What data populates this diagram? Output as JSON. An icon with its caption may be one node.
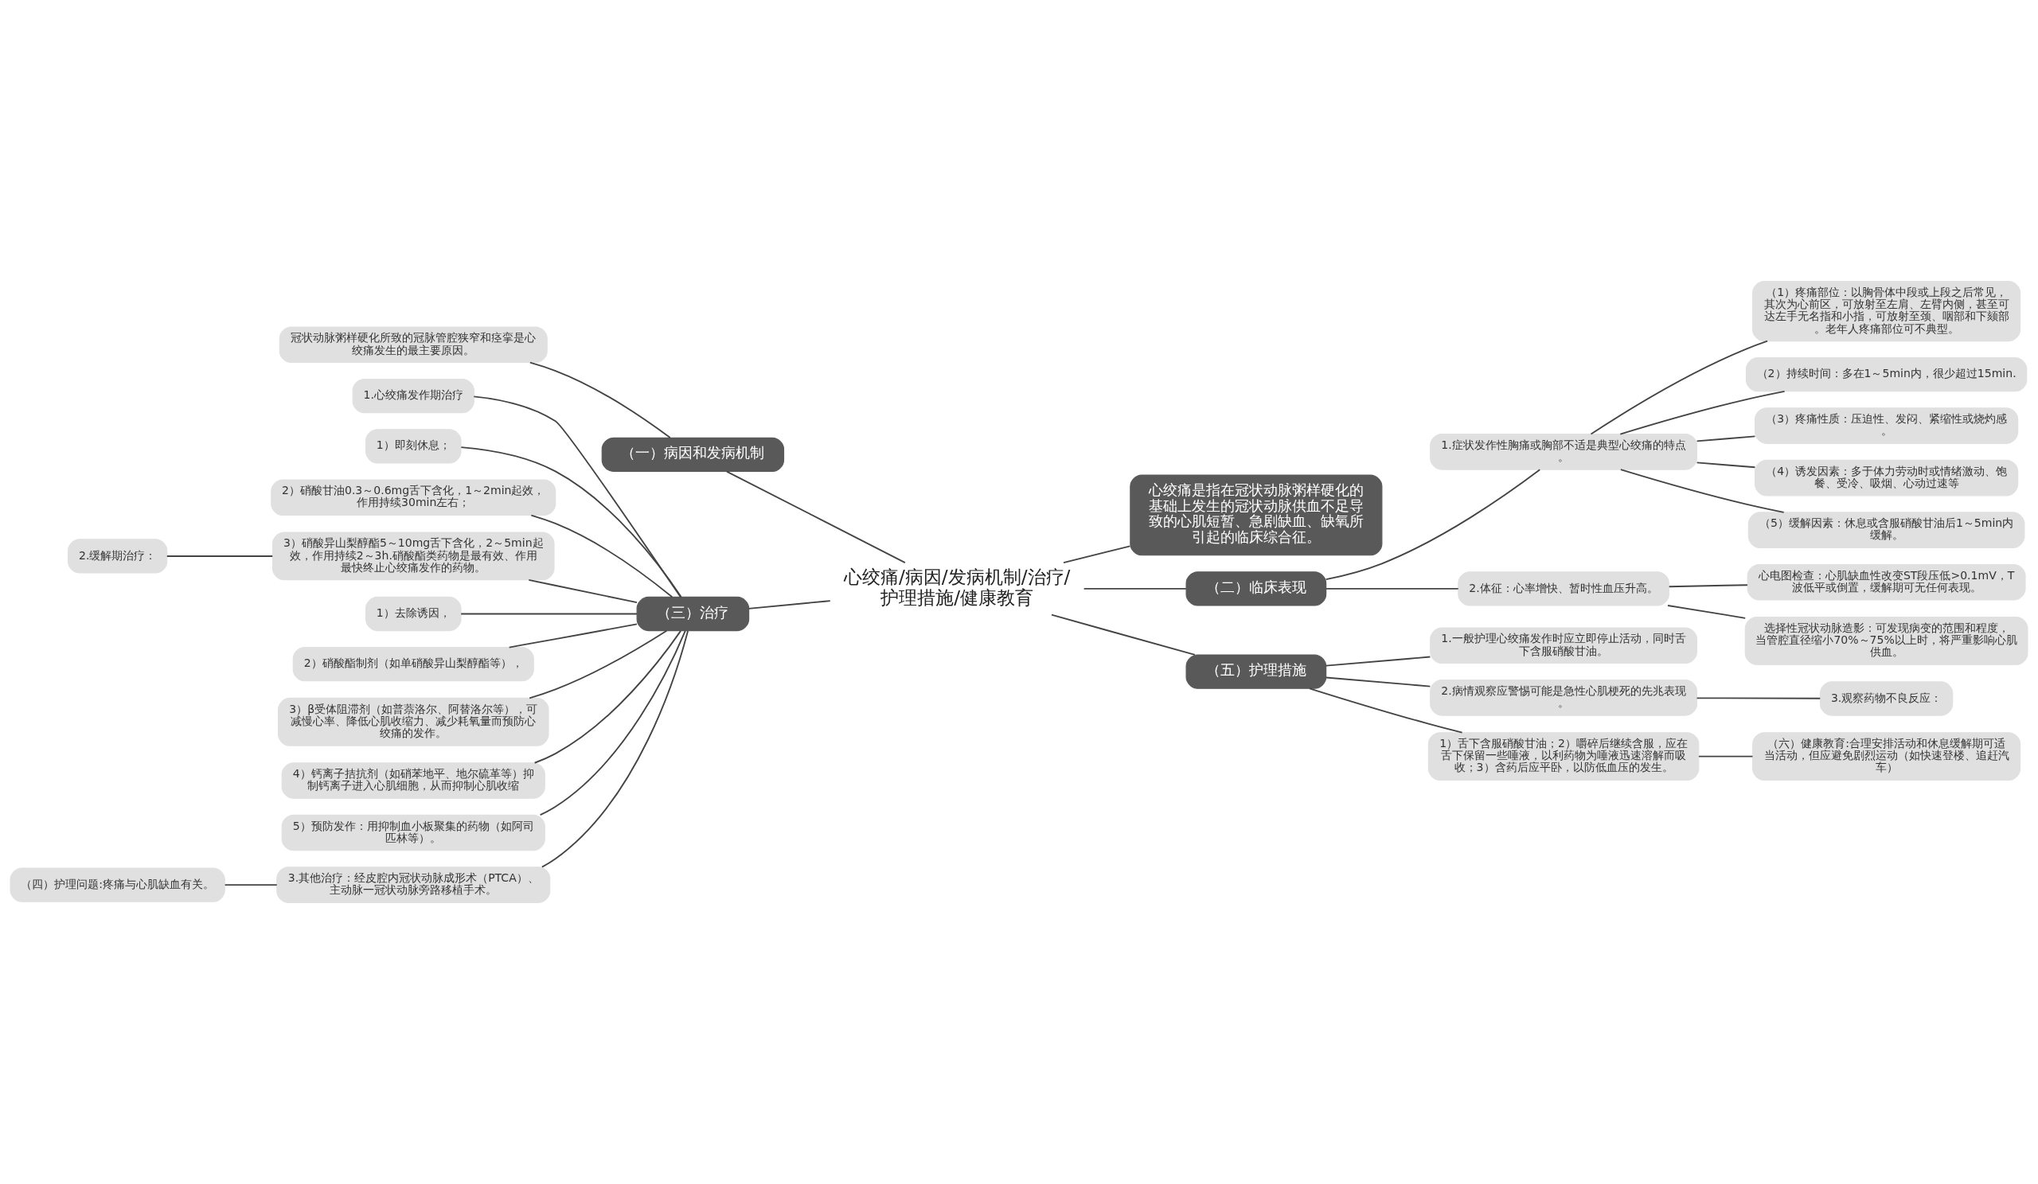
{
  "diagram": {
    "nodes": [
      {
        "text": [
          "心绞痛/病因/发病机制/治疗/护理措施/健康教育"
        ]
      },
      {
        "text": [
          "心绞痛是指在冠状动脉粥样硬化的基础上发生的冠状动脉供血不足导致的心肌短暂、急剧缺血、缺氧所引起的临床综合征。"
        ]
      },
      {
        "text": [
          "（一）病因和发病机制"
        ]
      },
      {
        "text": [
          "冠状动脉粥样硬化所致的冠脉管腔狭窄和痉挛是心绞痛发生的最主要原因。"
        ]
      },
      {
        "text": [
          "（三）治疗"
        ]
      },
      {
        "text": [
          "1.心绞痛发作期治疗"
        ]
      },
      {
        "text": [
          "1）即刻休息；"
        ]
      },
      {
        "text": [
          "2）硝酸甘油0.3～0.6mg舌下含化，1～2min起效，作用持续30min左右；"
        ]
      },
      {
        "text": [
          "3）硝酸异山梨醇酯5～10mg舌下含化，2～5min起效，作用持续2～3h.硝酸酯类药物是最有效、作用最快终止心绞痛发作的药物。"
        ]
      },
      {
        "text": [
          "2.缓解期治疗："
        ]
      },
      {
        "text": [
          "1）去除诱因，"
        ]
      },
      {
        "text": [
          "2）硝酸酯制剂（如单硝酸异山梨醇酯等），"
        ]
      },
      {
        "text": [
          "3）β受体阻滞剂（如普萘洛尔、阿替洛尔等），可减慢心率、降低心肌收缩力、减少耗氧量而预防心绞痛的发作。"
        ]
      },
      {
        "text": [
          "4）钙离子拮抗剂（如硝苯地平、地尔硫革等）抑制钙离子进入心肌细胞，从而抑制心肌收缩"
        ]
      },
      {
        "text": [
          "5）预防发作：用抑制血小板聚集的药物（如阿司匹林等）。"
        ]
      },
      {
        "text": [
          "3.其他治疗：经皮腔内冠状动脉成形术（PTCA）、主动脉一冠状动脉旁路移植手术。"
        ]
      },
      {
        "text": [
          "（四）护理问题:疼痛与心肌缺血有关。"
        ]
      },
      {
        "text": [
          "（二）临床表现"
        ]
      },
      {
        "text": [
          "1.症状发作性胸痛或胸部不适是典型心绞痛的特点。"
        ]
      },
      {
        "text": [
          "（1）疼痛部位：以胸骨体中段或上段之后常见，其次为心前区，可放射至左肩、左臂内侧，甚至可达左手无名指和小指，可放射至颈、咽部和下颏部。老年人疼痛部位可不典型。"
        ]
      },
      {
        "text": [
          "（2）持续时间：多在1～5min内，很少超过15min."
        ]
      },
      {
        "text": [
          "（3）疼痛性质：压迫性、发闷、紧缩性或烧灼感。"
        ]
      },
      {
        "text": [
          "（4）诱发因素：多于体力劳动时或情绪激动、饱餐、受冷、吸烟、心动过速等"
        ]
      },
      {
        "text": [
          "（5）缓解因素：休息或含服硝酸甘油后1～5min内缓解。"
        ]
      },
      {
        "text": [
          "2.体征：心率增快、暂时性血压升高。"
        ]
      },
      {
        "text": [
          "心电图检查：心肌缺血性改变ST段压低>0.1mV，T波低平或倒置，缓解期可无任何表现。"
        ]
      },
      {
        "text": [
          "选择性冠状动脉造影：可发现病变的范围和程度，当管腔直径缩小70%～75%以上时，将严重影响心肌供血。"
        ]
      },
      {
        "text": [
          "（五）护理措施"
        ]
      },
      {
        "text": [
          "1.一般护理心绞痛发作时应立即停止活动，同时舌下含服硝酸甘油。"
        ]
      },
      {
        "text": [
          "2.病情观察应警惕可能是急性心肌梗死的先兆表现。"
        ]
      },
      {
        "text": [
          "3.观察药物不良反应："
        ]
      },
      {
        "text": [
          "1）舌下含服硝酸甘油；2）嚼碎后继续含服，应在舌下保留一些唾液，以利药物为唾液迅速溶解而吸收；3）含药后应平卧，以防低血压的发生。"
        ]
      },
      {
        "text": [
          "（六）健康教育:合理安排活动和休息缓解期可适当活动，但应避免剧烈运动（如快速登楼、追赶汽车）"
        ]
      }
    ],
    "edges": [
      {
        "from": 0,
        "to": 1,
        "arrow": "none"
      },
      {
        "from": 0,
        "to": 2,
        "arrow": "none"
      },
      {
        "from": 2,
        "to": 3,
        "arrow": "none"
      },
      {
        "from": 0,
        "to": 4,
        "arrow": "none"
      },
      {
        "from": 4,
        "to": 5,
        "arrow": "none"
      },
      {
        "from": 4,
        "to": 6,
        "arrow": "none"
      },
      {
        "from": 4,
        "to": 7,
        "arrow": "none"
      },
      {
        "from": 4,
        "to": 8,
        "arrow": "none"
      },
      {
        "from": 8,
        "to": 9,
        "arrow": "none"
      },
      {
        "from": 4,
        "to": 10,
        "arrow": "none"
      },
      {
        "from": 4,
        "to": 11,
        "arrow": "none"
      },
      {
        "from": 4,
        "to": 12,
        "arrow": "none"
      },
      {
        "from": 4,
        "to": 13,
        "arrow": "none"
      },
      {
        "from": 4,
        "to": 14,
        "arrow": "none"
      },
      {
        "from": 4,
        "to": 15,
        "arrow": "none"
      },
      {
        "from": 15,
        "to": 16,
        "arrow": "none"
      },
      {
        "from": 0,
        "to": 17,
        "arrow": "none"
      },
      {
        "from": 17,
        "to": 18,
        "arrow": "none"
      },
      {
        "from": 18,
        "to": 19,
        "arrow": "none"
      },
      {
        "from": 18,
        "to": 20,
        "arrow": "none"
      },
      {
        "from": 18,
        "to": 21,
        "arrow": "none"
      },
      {
        "from": 18,
        "to": 22,
        "arrow": "none"
      },
      {
        "from": 18,
        "to": 23,
        "arrow": "none"
      },
      {
        "from": 17,
        "to": 24,
        "arrow": "none"
      },
      {
        "from": 24,
        "to": 25,
        "arrow": "none"
      },
      {
        "from": 24,
        "to": 26,
        "arrow": "none"
      },
      {
        "from": 0,
        "to": 27,
        "arrow": "none"
      },
      {
        "from": 27,
        "to": 28,
        "arrow": "none"
      },
      {
        "from": 27,
        "to": 29,
        "arrow": "none"
      },
      {
        "from": 29,
        "to": 30,
        "arrow": "none"
      },
      {
        "from": 27,
        "to": 31,
        "arrow": "none"
      },
      {
        "from": 31,
        "to": 32,
        "arrow": "none"
      }
    ]
  }
}
